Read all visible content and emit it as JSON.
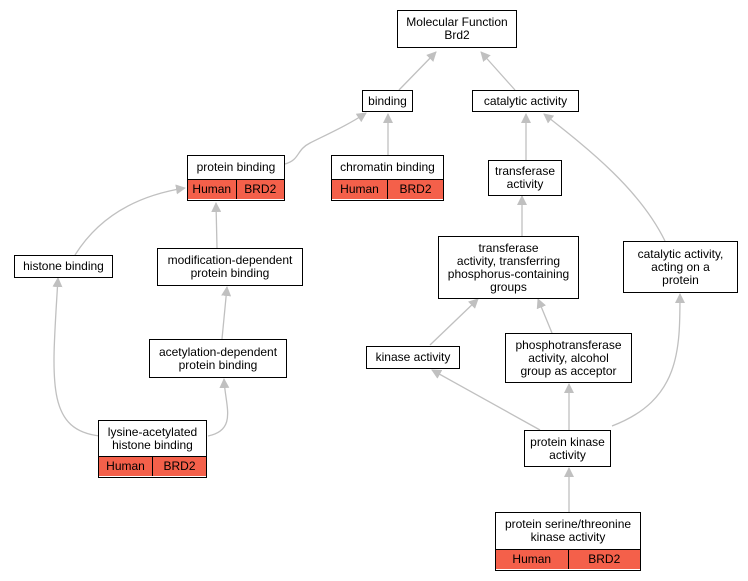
{
  "colors": {
    "annotation_fill": "#f4604a",
    "edge": "#c0c0c0",
    "border": "#000000"
  },
  "nodes": {
    "root": {
      "label": "Molecular Function\nBrd2"
    },
    "binding": {
      "label": "binding"
    },
    "catalytic": {
      "label": "catalytic activity"
    },
    "protein_binding": {
      "label": "protein binding",
      "annotation": [
        "Human",
        "BRD2"
      ]
    },
    "chromatin_binding": {
      "label": "chromatin binding",
      "annotation": [
        "Human",
        "BRD2"
      ]
    },
    "transferase": {
      "label": "transferase\nactivity"
    },
    "histone_binding": {
      "label": "histone binding"
    },
    "mod_dep": {
      "label": "modification-dependent\nprotein binding"
    },
    "transferase_phos": {
      "label": "transferase\nactivity, transferring\nphosphorus-containing\ngroups"
    },
    "catalytic_protein": {
      "label": "catalytic activity,\nacting on a\nprotein"
    },
    "acetyl_dep": {
      "label": "acetylation-dependent\nprotein binding"
    },
    "kinase": {
      "label": "kinase activity"
    },
    "phosphotransferase": {
      "label": "phosphotransferase\nactivity, alcohol\ngroup as acceptor"
    },
    "lysine_acetylated": {
      "label": "lysine-acetylated\nhistone binding",
      "annotation": [
        "Human",
        "BRD2"
      ]
    },
    "protein_kinase": {
      "label": "protein kinase\nactivity"
    },
    "ser_thr_kinase": {
      "label": "protein serine/threonine\nkinase activity",
      "annotation": [
        "Human",
        "BRD2"
      ]
    }
  }
}
